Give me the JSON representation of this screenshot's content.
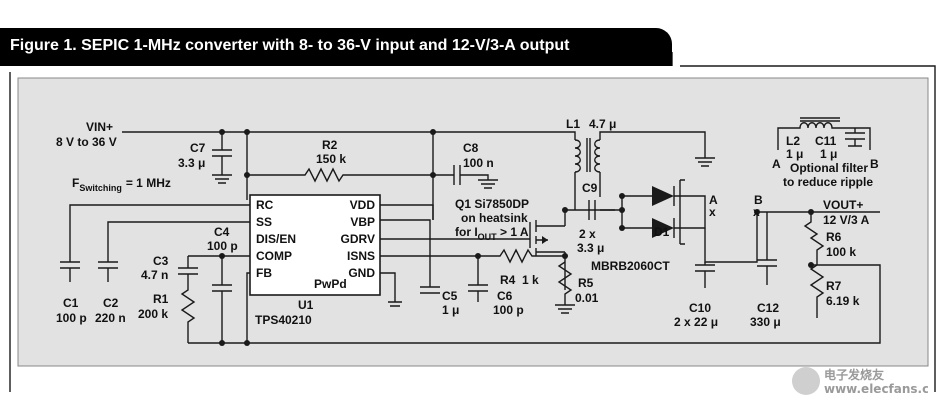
{
  "figure": {
    "title": "Figure 1. SEPIC 1-MHz converter with 8- to 36-V input and 12-V/3-A output"
  },
  "labels": {
    "vin": "VIN+",
    "vin_range": "8 V to 36 V",
    "fsw_prefix": "F",
    "fsw_sub": "Switching",
    "fsw_value": "= 1 MHz",
    "vout": "VOUT+",
    "vout_value": "12 V/3 A"
  },
  "ic": {
    "ref": "U1",
    "part": "TPS40210",
    "pkg": "PwPd",
    "pins_left": [
      "RC",
      "SS",
      "DIS/EN",
      "COMP",
      "FB"
    ],
    "pins_right": [
      "VDD",
      "VBP",
      "GDRV",
      "ISNS",
      "GND"
    ]
  },
  "components": {
    "c7": {
      "ref": "C7",
      "value": "3.3 μ"
    },
    "r2": {
      "ref": "R2",
      "value": "150 k"
    },
    "c8": {
      "ref": "C8",
      "value": "100 n"
    },
    "c4": {
      "ref": "C4",
      "value": "100 p"
    },
    "c3": {
      "ref": "C3",
      "value": "4.7 n"
    },
    "r1": {
      "ref": "R1",
      "value": "200 k"
    },
    "c1": {
      "ref": "C1",
      "value": "100 p"
    },
    "c2": {
      "ref": "C2",
      "value": "220 n"
    },
    "c5": {
      "ref": "C5",
      "value": "1 μ"
    },
    "c6": {
      "ref": "C6",
      "value": "100 p"
    },
    "r4": {
      "ref": "R4",
      "value": "1 k"
    },
    "r5": {
      "ref": "R5",
      "value": "0.01"
    },
    "l1": {
      "ref": "L1",
      "value": "4.7 μ"
    },
    "c9": {
      "ref": "C9",
      "value_line1": "2 x",
      "value_line2": "3.3 μ"
    },
    "q1": {
      "line1": "Q1 Si7850DP",
      "line2": "on heatsink",
      "line3_prefix": "for I",
      "line3_sub": "OUT",
      "line3_suffix": " > 1 A"
    },
    "d1": {
      "ref": "D1",
      "part": "MBRB2060CT"
    },
    "c10": {
      "ref": "C10",
      "value": "2 x 22 μ"
    },
    "c12": {
      "ref": "C12",
      "value": "330 μ"
    },
    "r6": {
      "ref": "R6",
      "value": "100 k"
    },
    "r7": {
      "ref": "R7",
      "value": "6.19 k"
    },
    "l2": {
      "ref": "L2",
      "value": "1 μ"
    },
    "c11": {
      "ref": "C11",
      "value": "1 μ"
    }
  },
  "nodes": {
    "a": "A",
    "b": "B",
    "x": "x"
  },
  "filter_note": {
    "line1": "Optional filter",
    "line2": "to reduce ripple"
  },
  "watermark": {
    "text": "电子发烧友",
    "url": "www.elecfans.com"
  }
}
